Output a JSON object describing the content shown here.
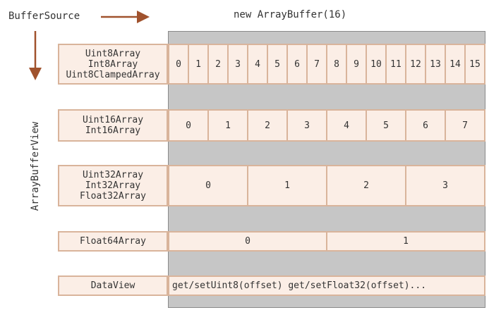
{
  "header": {
    "source_label": "BufferSource",
    "buffer_label": "new ArrayBuffer(16)",
    "view_label": "ArrayBufferView"
  },
  "colors": {
    "arrow": "#a0522d",
    "cell_fill": "#fbeee6",
    "cell_border": "#d9b49b",
    "buffer_fill": "#c6c6c6"
  },
  "rows": [
    {
      "label": [
        "Uint8Array",
        "Int8Array",
        "Uint8ClampedArray"
      ],
      "cells": [
        "0",
        "1",
        "2",
        "3",
        "4",
        "5",
        "6",
        "7",
        "8",
        "9",
        "10",
        "11",
        "12",
        "13",
        "14",
        "15"
      ]
    },
    {
      "label": [
        "Uint16Array",
        "Int16Array"
      ],
      "cells": [
        "0",
        "1",
        "2",
        "3",
        "4",
        "5",
        "6",
        "7"
      ]
    },
    {
      "label": [
        "Uint32Array",
        "Int32Array",
        "Float32Array"
      ],
      "cells": [
        "0",
        "1",
        "2",
        "3"
      ]
    },
    {
      "label": [
        "Float64Array"
      ],
      "cells": [
        "0",
        "1"
      ]
    },
    {
      "label": [
        "DataView"
      ],
      "cells": [
        "get/setUint8(offset) get/setFloat32(offset)..."
      ]
    }
  ]
}
